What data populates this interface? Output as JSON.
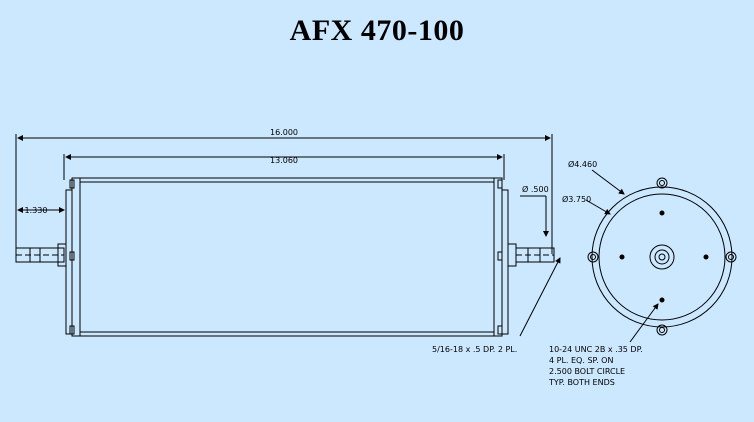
{
  "title": "AFX 470-100",
  "dimensions": {
    "overall_length": "16.000",
    "body_length": "13.060",
    "shaft_extension": "1.330",
    "shaft_diameter": "Ø .500",
    "outer_diameter": "Ø4.460",
    "flange_diameter": "Ø3.750"
  },
  "notes": {
    "shaft_thread": "5/16-18 x .5 DP. 2 PL.",
    "bolt_line1": "10-24 UNC 2B x .35 DP.",
    "bolt_line2": "4 PL. EQ. SP. ON",
    "bolt_line3": "2.500 BOLT CIRCLE",
    "bolt_line4": "TYP. BOTH ENDS"
  },
  "colors": {
    "background": "#cce8ff",
    "line": "#000000"
  }
}
